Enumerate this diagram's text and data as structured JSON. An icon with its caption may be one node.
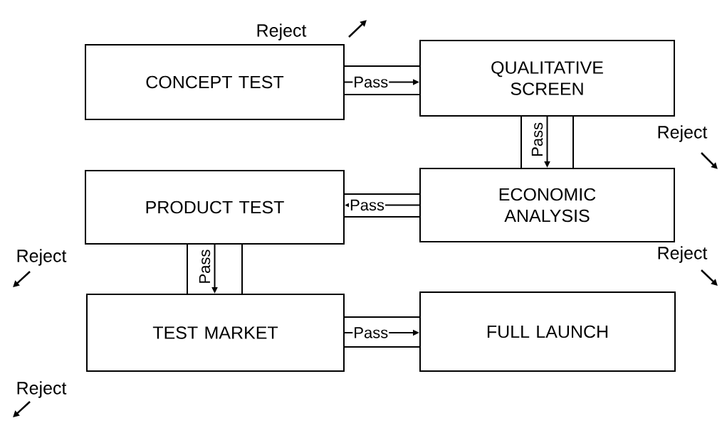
{
  "diagram": {
    "nodes": [
      {
        "text": [
          "CONCEPT TEST"
        ]
      },
      {
        "text": [
          "QUALITATIVE SCREEN"
        ]
      },
      {
        "text": [
          "ECONOMIC ANALYSIS"
        ]
      },
      {
        "text": [
          "PRODUCT TEST"
        ]
      },
      {
        "text": [
          "TEST MARKET"
        ]
      },
      {
        "text": [
          "FULL LAUNCH"
        ]
      }
    ],
    "edges": [
      {
        "from": 0,
        "to": 1,
        "arrow": "to",
        "label": "Pass"
      },
      {
        "from": 1,
        "to": 2,
        "arrow": "to",
        "label": "Pass"
      },
      {
        "from": 2,
        "to": 3,
        "arrow": "to",
        "label": "Pass"
      },
      {
        "from": 3,
        "to": 4,
        "arrow": "to",
        "label": "Pass"
      },
      {
        "from": 4,
        "to": 5,
        "arrow": "to",
        "label": "Pass"
      }
    ],
    "labels": [
      "Reject",
      "Reject",
      "Reject",
      "Reject",
      "Reject"
    ]
  }
}
